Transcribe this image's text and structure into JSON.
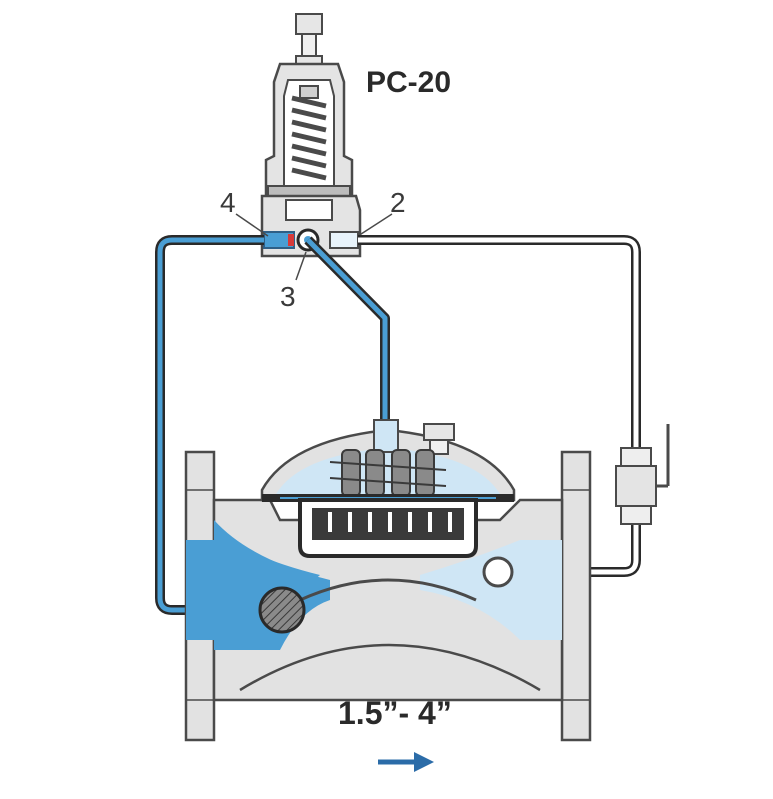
{
  "diagram": {
    "title": "PC-20",
    "callouts": [
      "4",
      "2",
      "3"
    ],
    "size_range": "1.5”- 4”",
    "flow_direction": "right",
    "colors": {
      "water_dark": "#4a9ed4",
      "water_light": "#cfe6f5",
      "tube_blue": "#2f7fc1",
      "metal_gray": "#e2e2e2",
      "outline": "#4a4a4a",
      "arrow": "#2b6ca8",
      "seal_red": "#d63a3a"
    }
  }
}
